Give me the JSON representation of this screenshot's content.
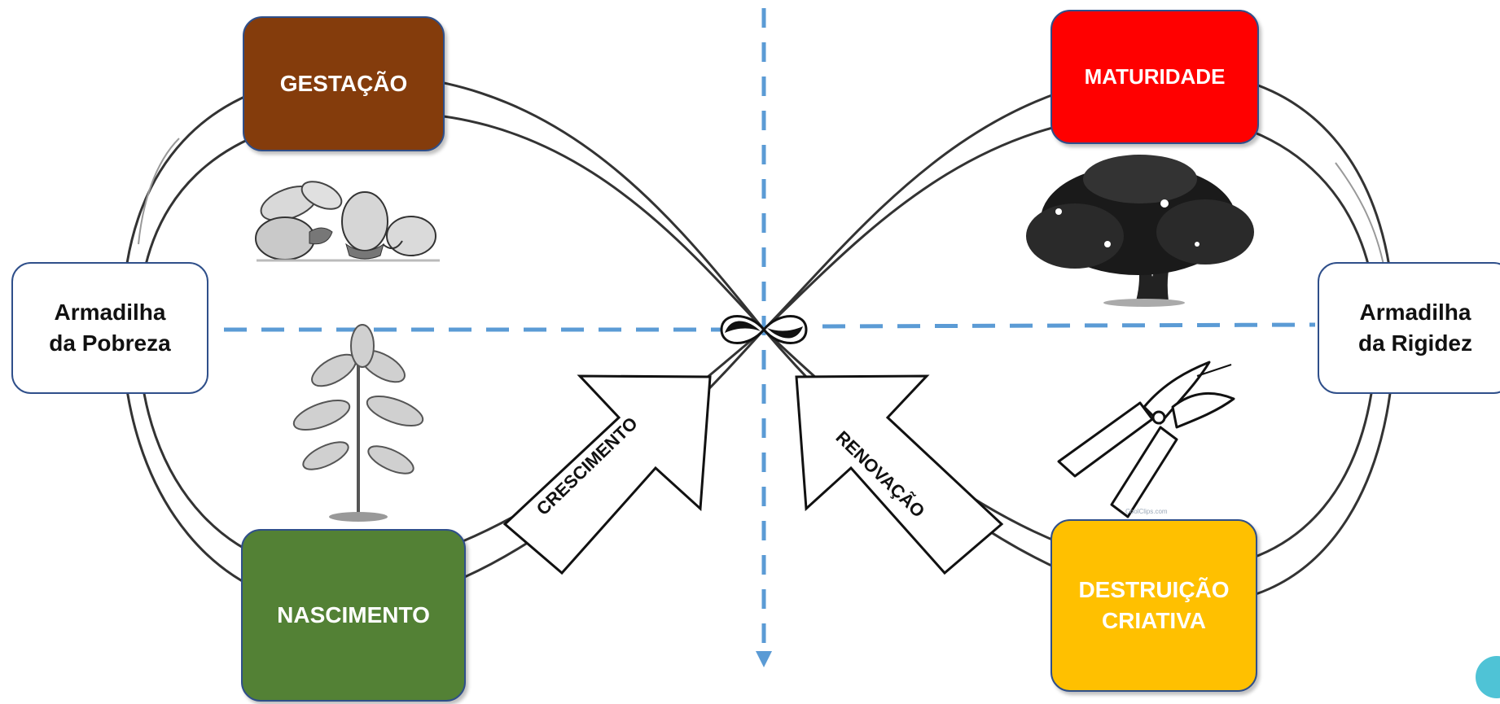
{
  "colors": {
    "gestacao": "#843c0c",
    "maturidade": "#ff0000",
    "nascimento": "#538135",
    "destruicao": "#ffc000",
    "axis": "#5b9bd5",
    "outline": "#2f4f8a",
    "accent_dot": "#4fc3d6"
  },
  "stages": {
    "gestacao": "GESTAÇÃO",
    "maturidade": "MATURIDADE",
    "nascimento": "NASCIMENTO",
    "destruicao_line1": "DESTRUIÇÃO",
    "destruicao_line2": "CRIATIVA"
  },
  "traps": {
    "pobreza_line1": "Armadilha",
    "pobreza_line2": "da Pobreza",
    "rigidez_line1": "Armadilha",
    "rigidez_line2": "da Rigidez"
  },
  "arrows": {
    "crescimento": "CRESCIMENTO",
    "renovacao": "RENOVAÇÃO"
  },
  "watermark": "CoolClips.com",
  "icons": [
    "acorns-icon",
    "sapling-icon",
    "oak-tree-icon",
    "pruning-shears-icon",
    "infinity-icon"
  ]
}
